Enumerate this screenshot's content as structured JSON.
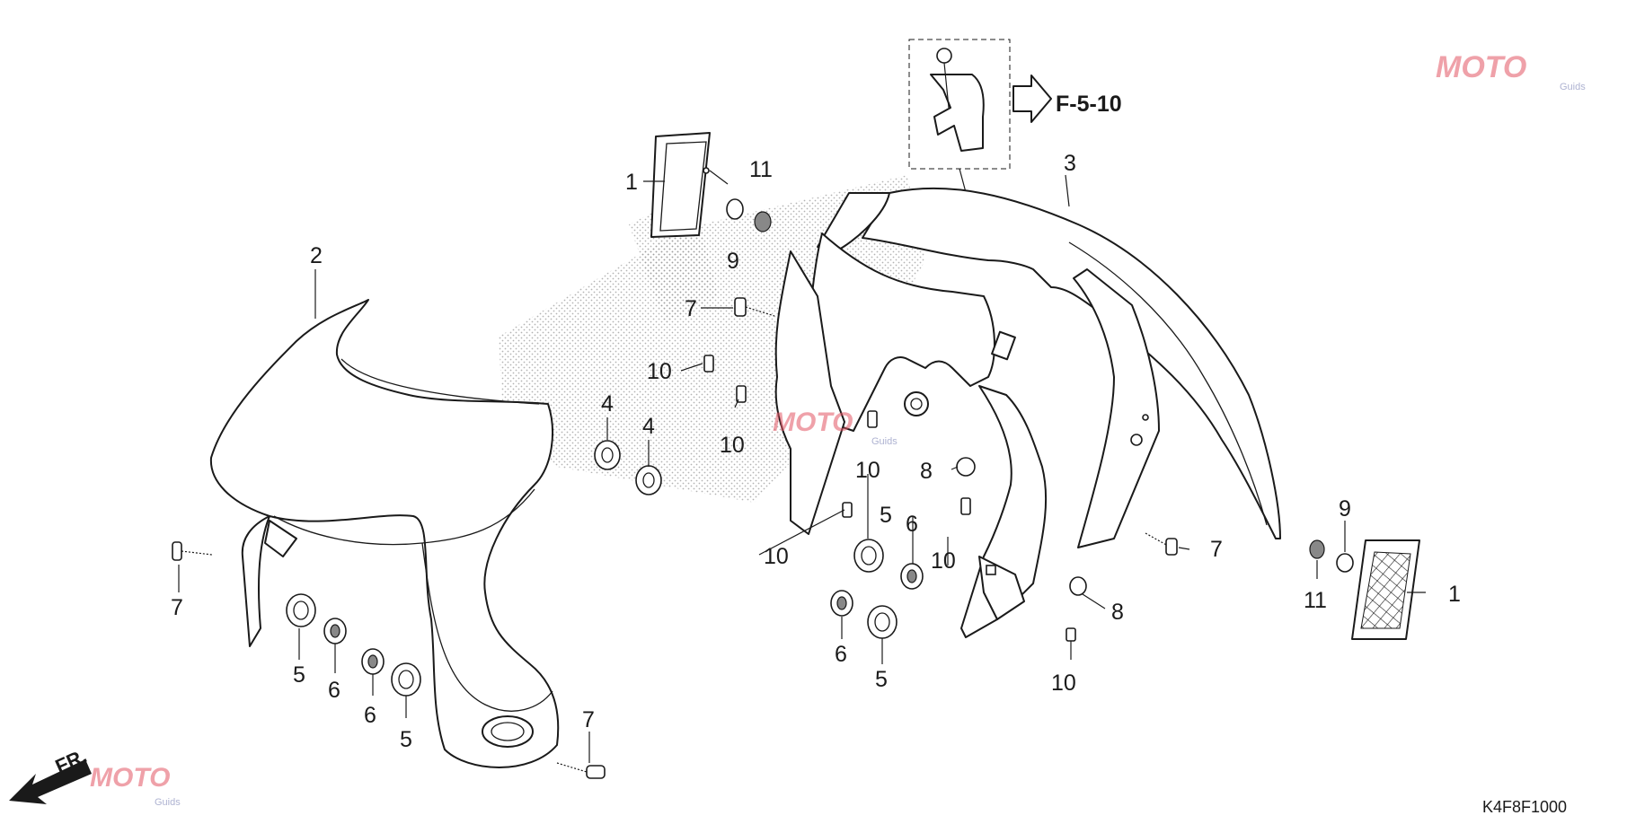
{
  "diagram": {
    "reference_label": "F-5-10",
    "diagram_code": "K4F8F1000",
    "front_marker": "FR.",
    "watermark": {
      "brand": "MOTO",
      "sub": "Guids"
    },
    "callouts": [
      {
        "id": "c1a",
        "text": "1"
      },
      {
        "id": "c1b",
        "text": "1"
      },
      {
        "id": "c2",
        "text": "2"
      },
      {
        "id": "c3",
        "text": "3"
      },
      {
        "id": "c4a",
        "text": "4"
      },
      {
        "id": "c4b",
        "text": "4"
      },
      {
        "id": "c5a",
        "text": "5"
      },
      {
        "id": "c5b",
        "text": "5"
      },
      {
        "id": "c5c",
        "text": "5"
      },
      {
        "id": "c5d",
        "text": "5"
      },
      {
        "id": "c6a",
        "text": "6"
      },
      {
        "id": "c6b",
        "text": "6"
      },
      {
        "id": "c6c",
        "text": "6"
      },
      {
        "id": "c6d",
        "text": "6"
      },
      {
        "id": "c7a",
        "text": "7"
      },
      {
        "id": "c7b",
        "text": "7"
      },
      {
        "id": "c7c",
        "text": "7"
      },
      {
        "id": "c7d",
        "text": "7"
      },
      {
        "id": "c8a",
        "text": "8"
      },
      {
        "id": "c8b",
        "text": "8"
      },
      {
        "id": "c9a",
        "text": "9"
      },
      {
        "id": "c9b",
        "text": "9"
      },
      {
        "id": "c10a",
        "text": "10"
      },
      {
        "id": "c10b",
        "text": "10"
      },
      {
        "id": "c10c",
        "text": "10"
      },
      {
        "id": "c10d",
        "text": "10"
      },
      {
        "id": "c10e",
        "text": "10"
      },
      {
        "id": "c10f",
        "text": "10"
      },
      {
        "id": "c11a",
        "text": "11"
      },
      {
        "id": "c11b",
        "text": "11"
      }
    ]
  }
}
